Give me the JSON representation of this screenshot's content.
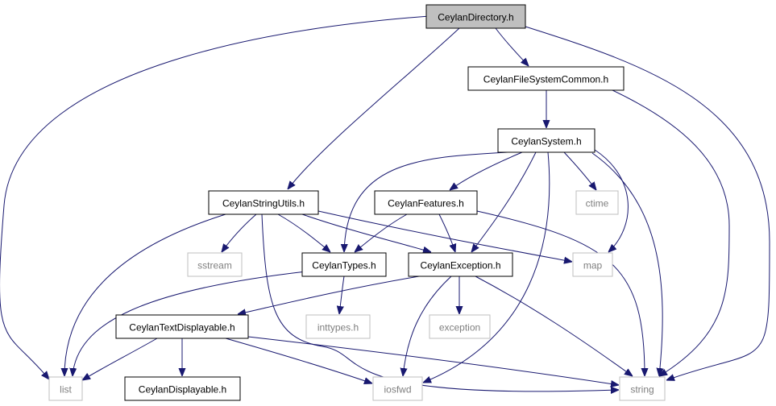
{
  "diagram": {
    "title": "",
    "edge_color": "#191970",
    "nodes": [
      {
        "id": "ceylan_directory",
        "label": "CeylanDirectory.h",
        "kind": "main"
      },
      {
        "id": "ceylan_fs_common",
        "label": "CeylanFileSystemCommon.h",
        "kind": "local"
      },
      {
        "id": "ceylan_system",
        "label": "CeylanSystem.h",
        "kind": "local"
      },
      {
        "id": "ceylan_string_utils",
        "label": "CeylanStringUtils.h",
        "kind": "local"
      },
      {
        "id": "ceylan_features",
        "label": "CeylanFeatures.h",
        "kind": "local"
      },
      {
        "id": "ctime",
        "label": "ctime",
        "kind": "system"
      },
      {
        "id": "sstream",
        "label": "sstream",
        "kind": "system"
      },
      {
        "id": "ceylan_types",
        "label": "CeylanTypes.h",
        "kind": "local"
      },
      {
        "id": "ceylan_exception",
        "label": "CeylanException.h",
        "kind": "local"
      },
      {
        "id": "map",
        "label": "map",
        "kind": "system"
      },
      {
        "id": "ceylan_text_displayable",
        "label": "CeylanTextDisplayable.h",
        "kind": "local"
      },
      {
        "id": "inttypes",
        "label": "inttypes.h",
        "kind": "system"
      },
      {
        "id": "exception",
        "label": "exception",
        "kind": "system"
      },
      {
        "id": "list",
        "label": "list",
        "kind": "system"
      },
      {
        "id": "ceylan_displayable",
        "label": "CeylanDisplayable.h",
        "kind": "local"
      },
      {
        "id": "iosfwd",
        "label": "iosfwd",
        "kind": "system"
      },
      {
        "id": "string",
        "label": "string",
        "kind": "system"
      }
    ],
    "edges": [
      {
        "from": "ceylan_directory",
        "to": "list"
      },
      {
        "from": "ceylan_directory",
        "to": "ceylan_string_utils"
      },
      {
        "from": "ceylan_directory",
        "to": "ceylan_fs_common"
      },
      {
        "from": "ceylan_directory",
        "to": "string"
      },
      {
        "from": "ceylan_fs_common",
        "to": "ceylan_system"
      },
      {
        "from": "ceylan_fs_common",
        "to": "string"
      },
      {
        "from": "ceylan_system",
        "to": "ceylan_types"
      },
      {
        "from": "ceylan_system",
        "to": "ceylan_features"
      },
      {
        "from": "ceylan_system",
        "to": "ceylan_exception"
      },
      {
        "from": "ceylan_system",
        "to": "iosfwd"
      },
      {
        "from": "ceylan_system",
        "to": "ctime"
      },
      {
        "from": "ceylan_system",
        "to": "map"
      },
      {
        "from": "ceylan_system",
        "to": "string"
      },
      {
        "from": "ceylan_string_utils",
        "to": "list"
      },
      {
        "from": "ceylan_string_utils",
        "to": "sstream"
      },
      {
        "from": "ceylan_string_utils",
        "to": "ceylan_types"
      },
      {
        "from": "ceylan_string_utils",
        "to": "ceylan_exception"
      },
      {
        "from": "ceylan_string_utils",
        "to": "map"
      },
      {
        "from": "ceylan_string_utils",
        "to": "string"
      },
      {
        "from": "ceylan_features",
        "to": "ceylan_types"
      },
      {
        "from": "ceylan_features",
        "to": "ceylan_exception"
      },
      {
        "from": "ceylan_features",
        "to": "string"
      },
      {
        "from": "ceylan_types",
        "to": "inttypes"
      },
      {
        "from": "ceylan_types",
        "to": "list"
      },
      {
        "from": "ceylan_exception",
        "to": "ceylan_text_displayable"
      },
      {
        "from": "ceylan_exception",
        "to": "exception"
      },
      {
        "from": "ceylan_exception",
        "to": "iosfwd"
      },
      {
        "from": "ceylan_exception",
        "to": "string"
      },
      {
        "from": "ceylan_text_displayable",
        "to": "list"
      },
      {
        "from": "ceylan_text_displayable",
        "to": "ceylan_displayable"
      },
      {
        "from": "ceylan_text_displayable",
        "to": "iosfwd"
      },
      {
        "from": "ceylan_text_displayable",
        "to": "string"
      }
    ]
  }
}
